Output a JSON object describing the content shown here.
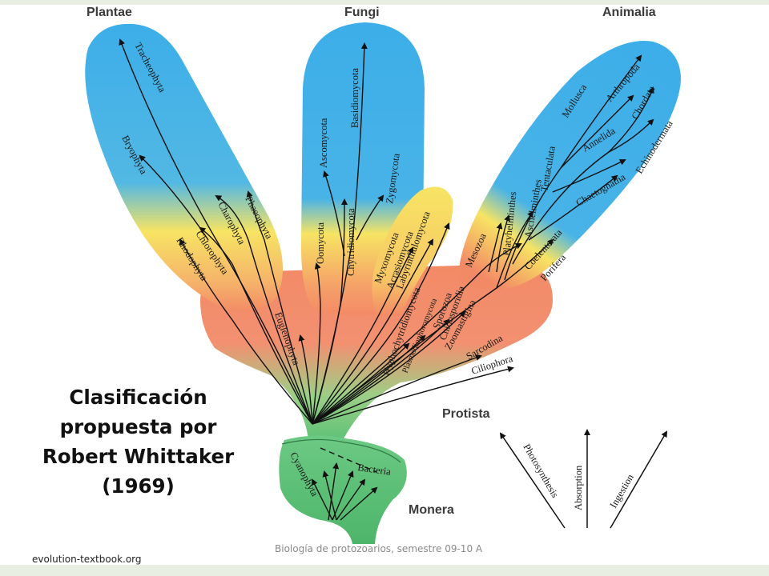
{
  "kingdoms": {
    "plantae": "Plantae",
    "fungi": "Fungi",
    "animalia": "Animalia",
    "protista": "Protista",
    "monera": "Monera"
  },
  "taxa": {
    "tracheophyta": "Tracheophyta",
    "bryophyta": "Bryophyta",
    "charophyta": "Charophyta",
    "phaeophyta": "Phaeophyta",
    "chlorophyta": "Chlorophyta",
    "rhodophyta": "Rhodophyta",
    "euglenophyta": "Euglenophyta",
    "ascomycota": "Ascomycota",
    "basidiomycota": "Basidiomycota",
    "zygomycota": "Zygomycota",
    "chytridiomycota": "Chytridiomycota",
    "oomycota": "Oomycota",
    "myxomycota": "Myxomycota",
    "acrasiomycota": "Acrasiomycota",
    "labyrinthulomycota": "Labyrinthulomycota",
    "hyphochytridiomycota": "Hyphochytridiomycota",
    "plasmodiophoromycota": "Plasmodiophoromycota",
    "sporozoa": "Sporozoa",
    "cnidosporidia": "Cnidosporidia",
    "zoomastigina": "Zoomastigina",
    "sarcodina": "Sarcodina",
    "ciliophora": "Ciliophora",
    "mollusca": "Mollusca",
    "arthropoda": "Arthropoda",
    "chordata": "Chordata",
    "annelida": "Annelida",
    "echinodermata": "Echinodermata",
    "tentaculata": "Tentaculata",
    "aschelminthes": "Aschelminthes",
    "platyhelminthes": "Platyhelminthes",
    "chaetognatha": "Chaetognatha",
    "mesozoa": "Mesozoa",
    "coelenterata": "Coelenterata",
    "porifera": "Porifera",
    "cyanophyta": "Cyanophyta",
    "bacteria": "Bacteria"
  },
  "legend": {
    "photosynthesis": "Photosynthesis",
    "absorption": "Absorption",
    "ingestion": "Ingestion"
  },
  "caption": {
    "line1": "Clasificación",
    "line2": "propuesta por",
    "line3": "Robert Whittaker",
    "line4": "(1969)"
  },
  "credit": "evolution-textbook.org",
  "footer": "Biología de protozoarios, semestre 09-10 A",
  "colors": {
    "blue": "#3daee9",
    "yellow": "#f7e463",
    "orange": "#f38a66",
    "green": "#5ec278",
    "band": "#e8efe2"
  }
}
